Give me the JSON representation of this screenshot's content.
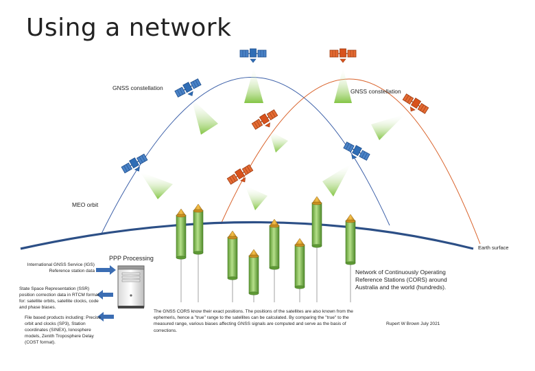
{
  "title": "Using a network",
  "labels": {
    "constellation_left": "GNSS constellation",
    "constellation_right": "GNSS constellation",
    "meo_orbit": "MEO orbit",
    "earth_surface": "Earth surface",
    "ppp_processing": "PPP Processing",
    "network_cors": "Network of Continuously Operating Reference Stations (CORS) around Australia and the world (hundreds).",
    "author": "Rupert W Brown July 2021"
  },
  "inputs": {
    "igs": "International GNSS Service (IGS) Reference station data",
    "ssr": "State Space Representation (SSR) position correction data in RTCM format for: satellite orbits, satellite clocks, code and phase biases.",
    "file_products": "File based products including: Precise orbit and clocks (SP3), Station coordinates (SINEX), Ionosphere models, Zenith Troposphere Delay (COST format)."
  },
  "explanation": "The GNSS CORS know their exact positions. The positions of the satellites are also known from the ephemeris, hence a \"true\" range to the satellites can be calculated. By comparing the \"true\" to the measured range, various biases affecting GNSS signals are computed and serve as the basis of corrections.",
  "colors": {
    "blue_constellation": "#2f6db5",
    "orange_constellation": "#d8521c",
    "earth": "#2c4f86",
    "signal": "#8cc63f",
    "station": "#7ab648",
    "arrow": "#3b6db3"
  }
}
